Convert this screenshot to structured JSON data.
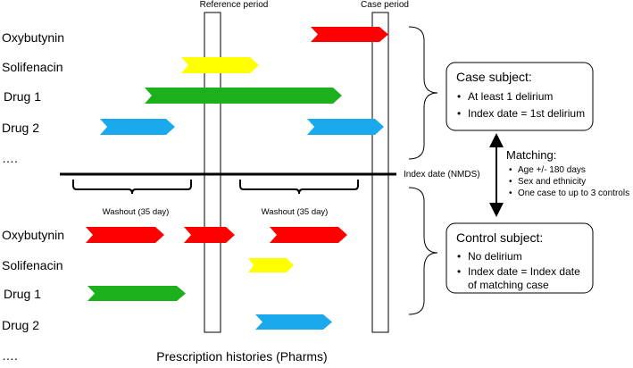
{
  "periods": {
    "reference": "Reference period",
    "case": "Case period"
  },
  "case_rows": [
    "Oxybutynin",
    "Solifenacin",
    "Drug 1",
    "Drug 2",
    "…."
  ],
  "control_rows": [
    "Oxybutynin",
    "Solifenacin",
    "Drug 1",
    "Drug 2",
    "…."
  ],
  "index_date_label": "Index date (NMDS)",
  "washout_label": "Washout (35 day)",
  "footer": "Prescription histories (Pharms)",
  "case_box": {
    "title": "Case subject:",
    "items": [
      "At least 1 delirium",
      "Index date = 1st delirium"
    ]
  },
  "control_box": {
    "title": "Control subject:",
    "items": [
      "No delirium",
      "Index date = Index date",
      "of matching case"
    ]
  },
  "matching": {
    "title": "Matching:",
    "items": [
      "Age +/- 180 days",
      "Sex and ethnicity",
      "One case to up to 3 controls"
    ]
  },
  "colors": {
    "red": "#ff0000",
    "yellow": "#ffff00",
    "green": "#1cb01c",
    "blue": "#19a9ec"
  }
}
